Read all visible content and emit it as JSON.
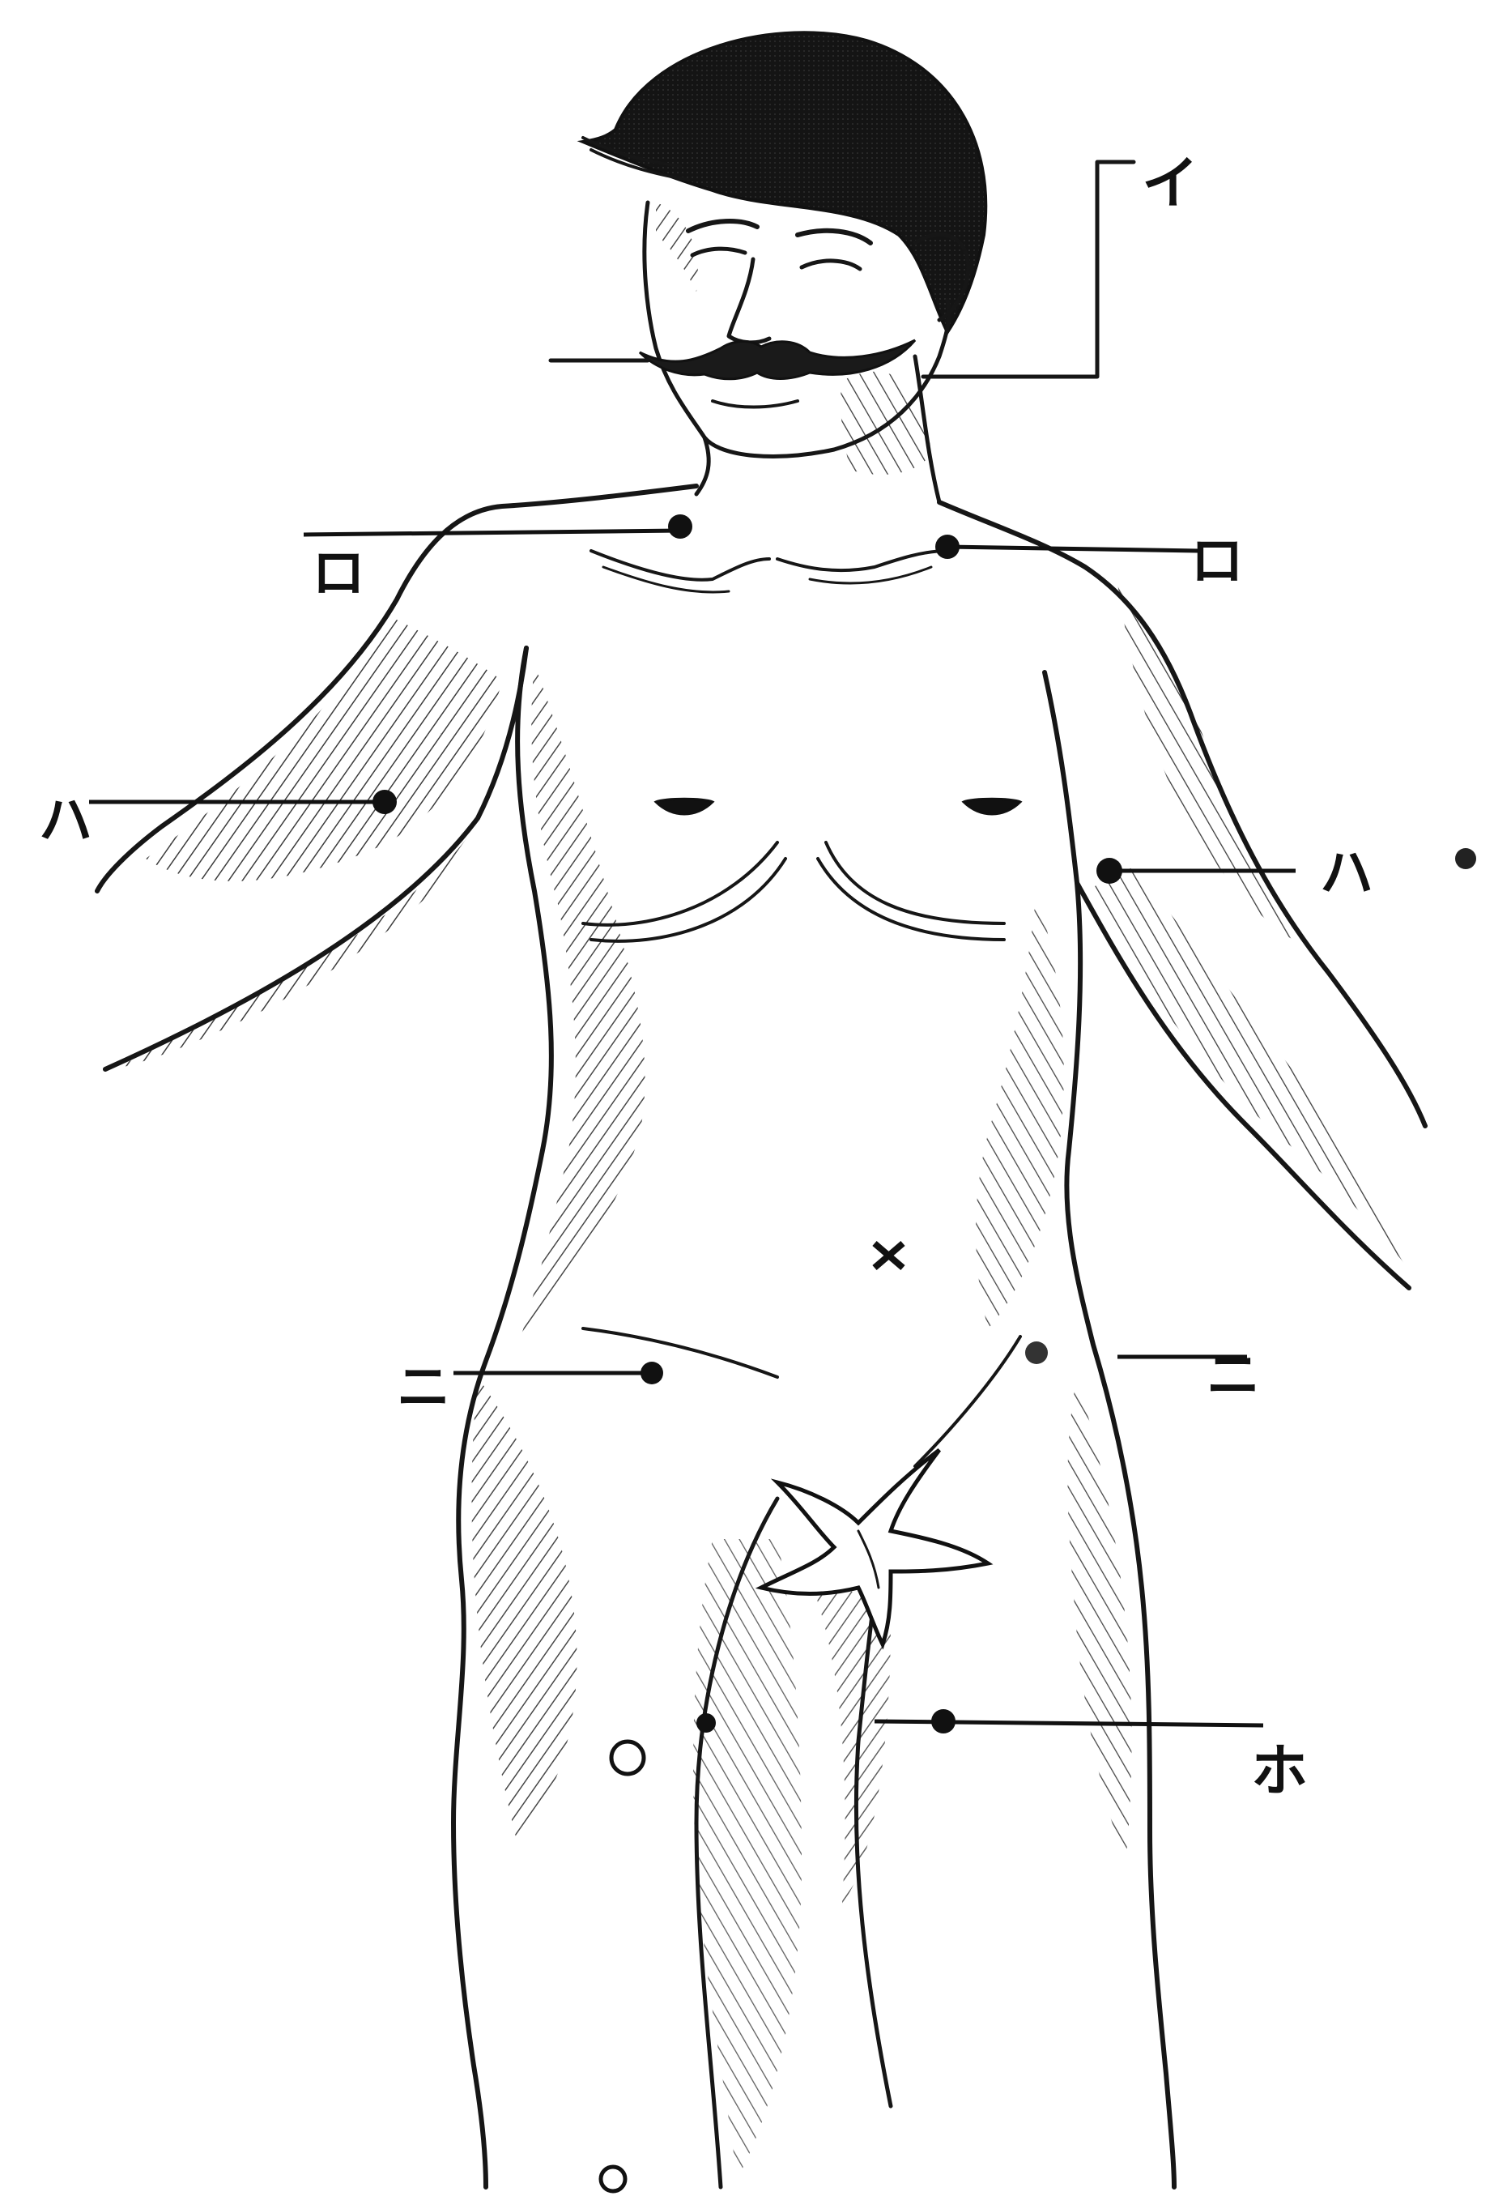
{
  "figure": {
    "description_free": true,
    "ink_color": "#161616",
    "paper_color": "#ffffff"
  },
  "labels": {
    "i": "イ",
    "ro_left": "ロ",
    "ro_right": "ロ",
    "ha_left": "ハ",
    "ha_right": "ハ",
    "ni_left": "ニ",
    "ni_right": "ニ",
    "ho": "ホ"
  }
}
